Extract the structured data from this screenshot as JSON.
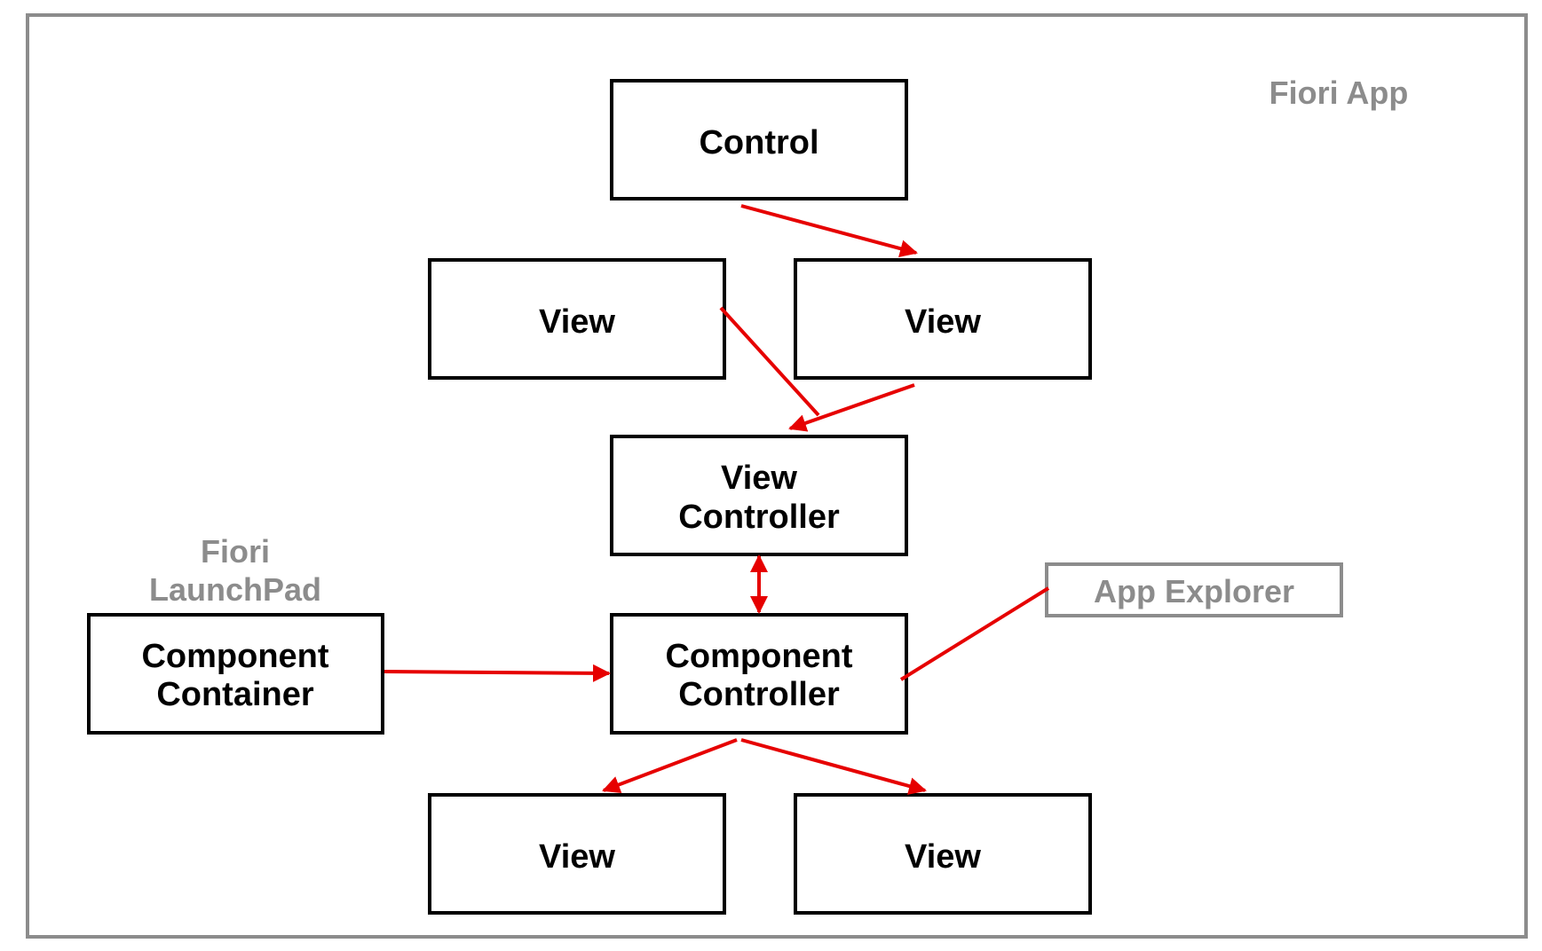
{
  "colors": {
    "frame": "#8c8c8c",
    "box_border": "#000000",
    "arrow": "#e60000",
    "label_grey": "#8c8c8c"
  },
  "frame_label": "Fiori App",
  "launchpad_label": {
    "line1": "Fiori",
    "line2": "LaunchPad"
  },
  "nodes": {
    "control": {
      "line1": "Control"
    },
    "view_left_top": {
      "line1": "View"
    },
    "view_right_top": {
      "line1": "View"
    },
    "view_controller": {
      "line1": "View",
      "line2": "Controller"
    },
    "component_container": {
      "line1": "Component",
      "line2": "Container"
    },
    "component_controller": {
      "line1": "Component",
      "line2": "Controller"
    },
    "app_explorer": {
      "line1": "App Explorer"
    },
    "view_left_bottom": {
      "line1": "View"
    },
    "view_right_bottom": {
      "line1": "View"
    }
  },
  "edges": [
    {
      "from": "control",
      "to": "view_right_top",
      "arrow": "end"
    },
    {
      "from": "view_left_top",
      "to": "view_controller",
      "arrow": "none"
    },
    {
      "from": "view_right_top",
      "to": "view_controller",
      "arrow": "end"
    },
    {
      "from": "view_controller",
      "to": "component_controller",
      "arrow": "both"
    },
    {
      "from": "component_container",
      "to": "component_controller",
      "arrow": "end"
    },
    {
      "from": "app_explorer",
      "to": "component_controller",
      "arrow": "none"
    },
    {
      "from": "component_controller",
      "to": "view_left_bottom",
      "arrow": "end"
    },
    {
      "from": "component_controller",
      "to": "view_right_bottom",
      "arrow": "end"
    }
  ]
}
